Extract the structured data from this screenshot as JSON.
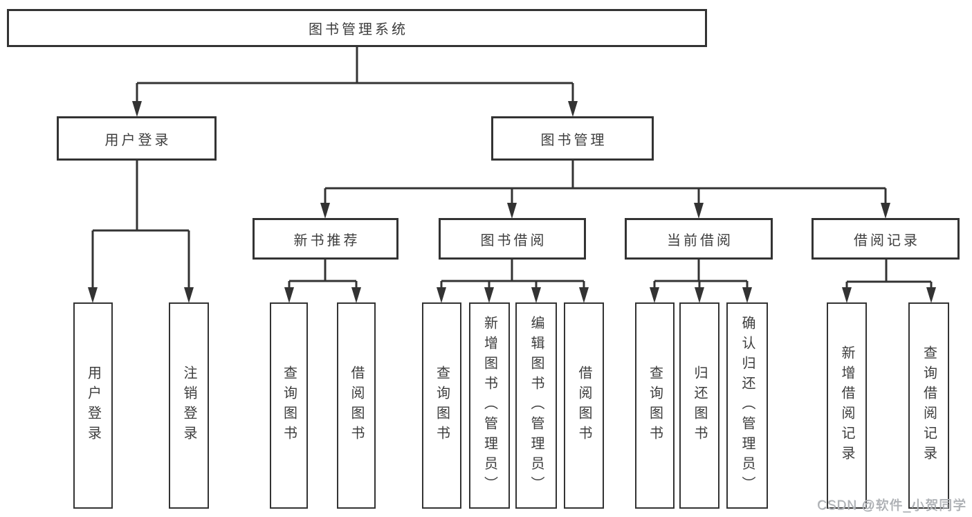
{
  "diagram": {
    "root": "图书管理系统",
    "level2": [
      "用户登录",
      "图书管理"
    ],
    "level3": [
      "新书推荐",
      "图书借阅",
      "当前借阅",
      "借阅记录"
    ],
    "leaves": [
      "用户登录",
      "注销登录",
      "查询图书",
      "借阅图书",
      "查询图书",
      "新增图书（管理员）",
      "编辑图书（管理员）",
      "借阅图书",
      "查询图书",
      "归还图书",
      "确认归还（管理员）",
      "新增借阅记录",
      "查询借阅记录"
    ],
    "watermark": "CSDN @软件_小贺同学",
    "colors": {
      "line": "#333333",
      "text": "#3d3d3d",
      "watermark": "#b2b5b9",
      "background": "#ffffff"
    }
  }
}
